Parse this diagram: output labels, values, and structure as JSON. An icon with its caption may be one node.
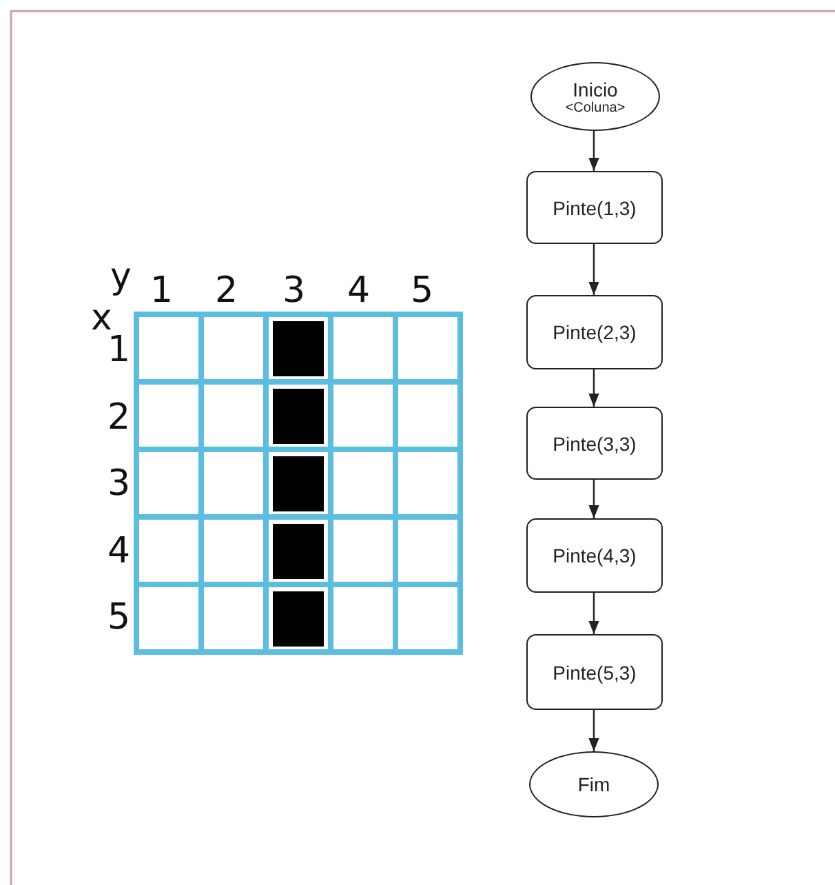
{
  "diagram": {
    "nodes": [
      {
        "text": [
          "Inicio",
          "<Coluna>"
        ]
      },
      {
        "text": [
          "Pinte(1,3)"
        ]
      },
      {
        "text": [
          "Pinte(2,3)"
        ]
      },
      {
        "text": [
          "Pinte(3,3)"
        ]
      },
      {
        "text": [
          "Pinte(4,3)"
        ]
      },
      {
        "text": [
          "Pinte(5,3)"
        ]
      },
      {
        "text": [
          "Fim"
        ]
      }
    ],
    "edges": [
      {
        "from": 0,
        "to": 1,
        "arrow": "to"
      },
      {
        "from": 1,
        "to": 2,
        "arrow": "to"
      },
      {
        "from": 2,
        "to": 3,
        "arrow": "to"
      },
      {
        "from": 3,
        "to": 4,
        "arrow": "to"
      },
      {
        "from": 4,
        "to": 5,
        "arrow": "to"
      },
      {
        "from": 5,
        "to": 6,
        "arrow": "to"
      }
    ],
    "labels": [
      "y",
      "1",
      "2",
      "3",
      "4",
      "5",
      "x",
      "1",
      "2",
      "3",
      "4",
      "5"
    ]
  }
}
